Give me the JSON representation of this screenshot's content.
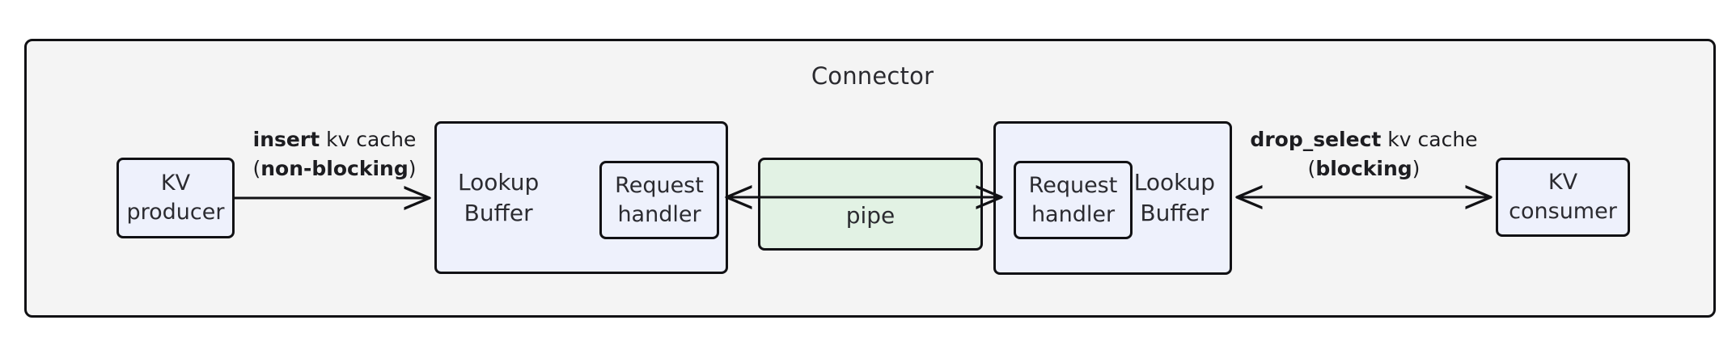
{
  "diagram": {
    "title": "Connector",
    "container_bg": "#f4f4f4",
    "node_blue": "#eef1fc",
    "node_green": "#e2f2e4",
    "stroke": "#111114"
  },
  "nodes": {
    "kv_producer": {
      "label": "KV\nproducer"
    },
    "kv_consumer": {
      "label": "KV\nconsumer"
    },
    "lookup_buffer_left": {
      "label": "Lookup\nBuffer"
    },
    "lookup_buffer_right": {
      "label": "Lookup\nBuffer"
    },
    "request_handler_left": {
      "label": "Request\nhandler"
    },
    "request_handler_right": {
      "label": "Request\nhandler"
    },
    "pipe": {
      "label": "pipe"
    }
  },
  "edges": {
    "insert": {
      "line1_bold": "insert",
      "line1_rest": " kv cache",
      "line2_open": "(",
      "line2_bold": "non-blocking",
      "line2_close": ")"
    },
    "drop_select": {
      "line1_bold": "drop_select",
      "line1_rest": " kv cache",
      "line2_open": "(",
      "line2_bold": "blocking",
      "line2_close": ")"
    }
  }
}
